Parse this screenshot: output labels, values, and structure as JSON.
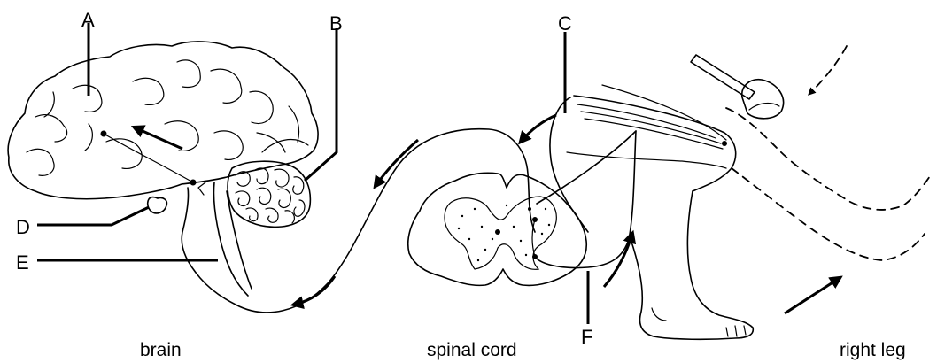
{
  "labels": {
    "a": "A",
    "b": "B",
    "c": "C",
    "d": "D",
    "e": "E",
    "f": "F"
  },
  "captions": {
    "brain": "brain",
    "spinal_cord": "spinal cord",
    "right_leg": "right leg"
  }
}
